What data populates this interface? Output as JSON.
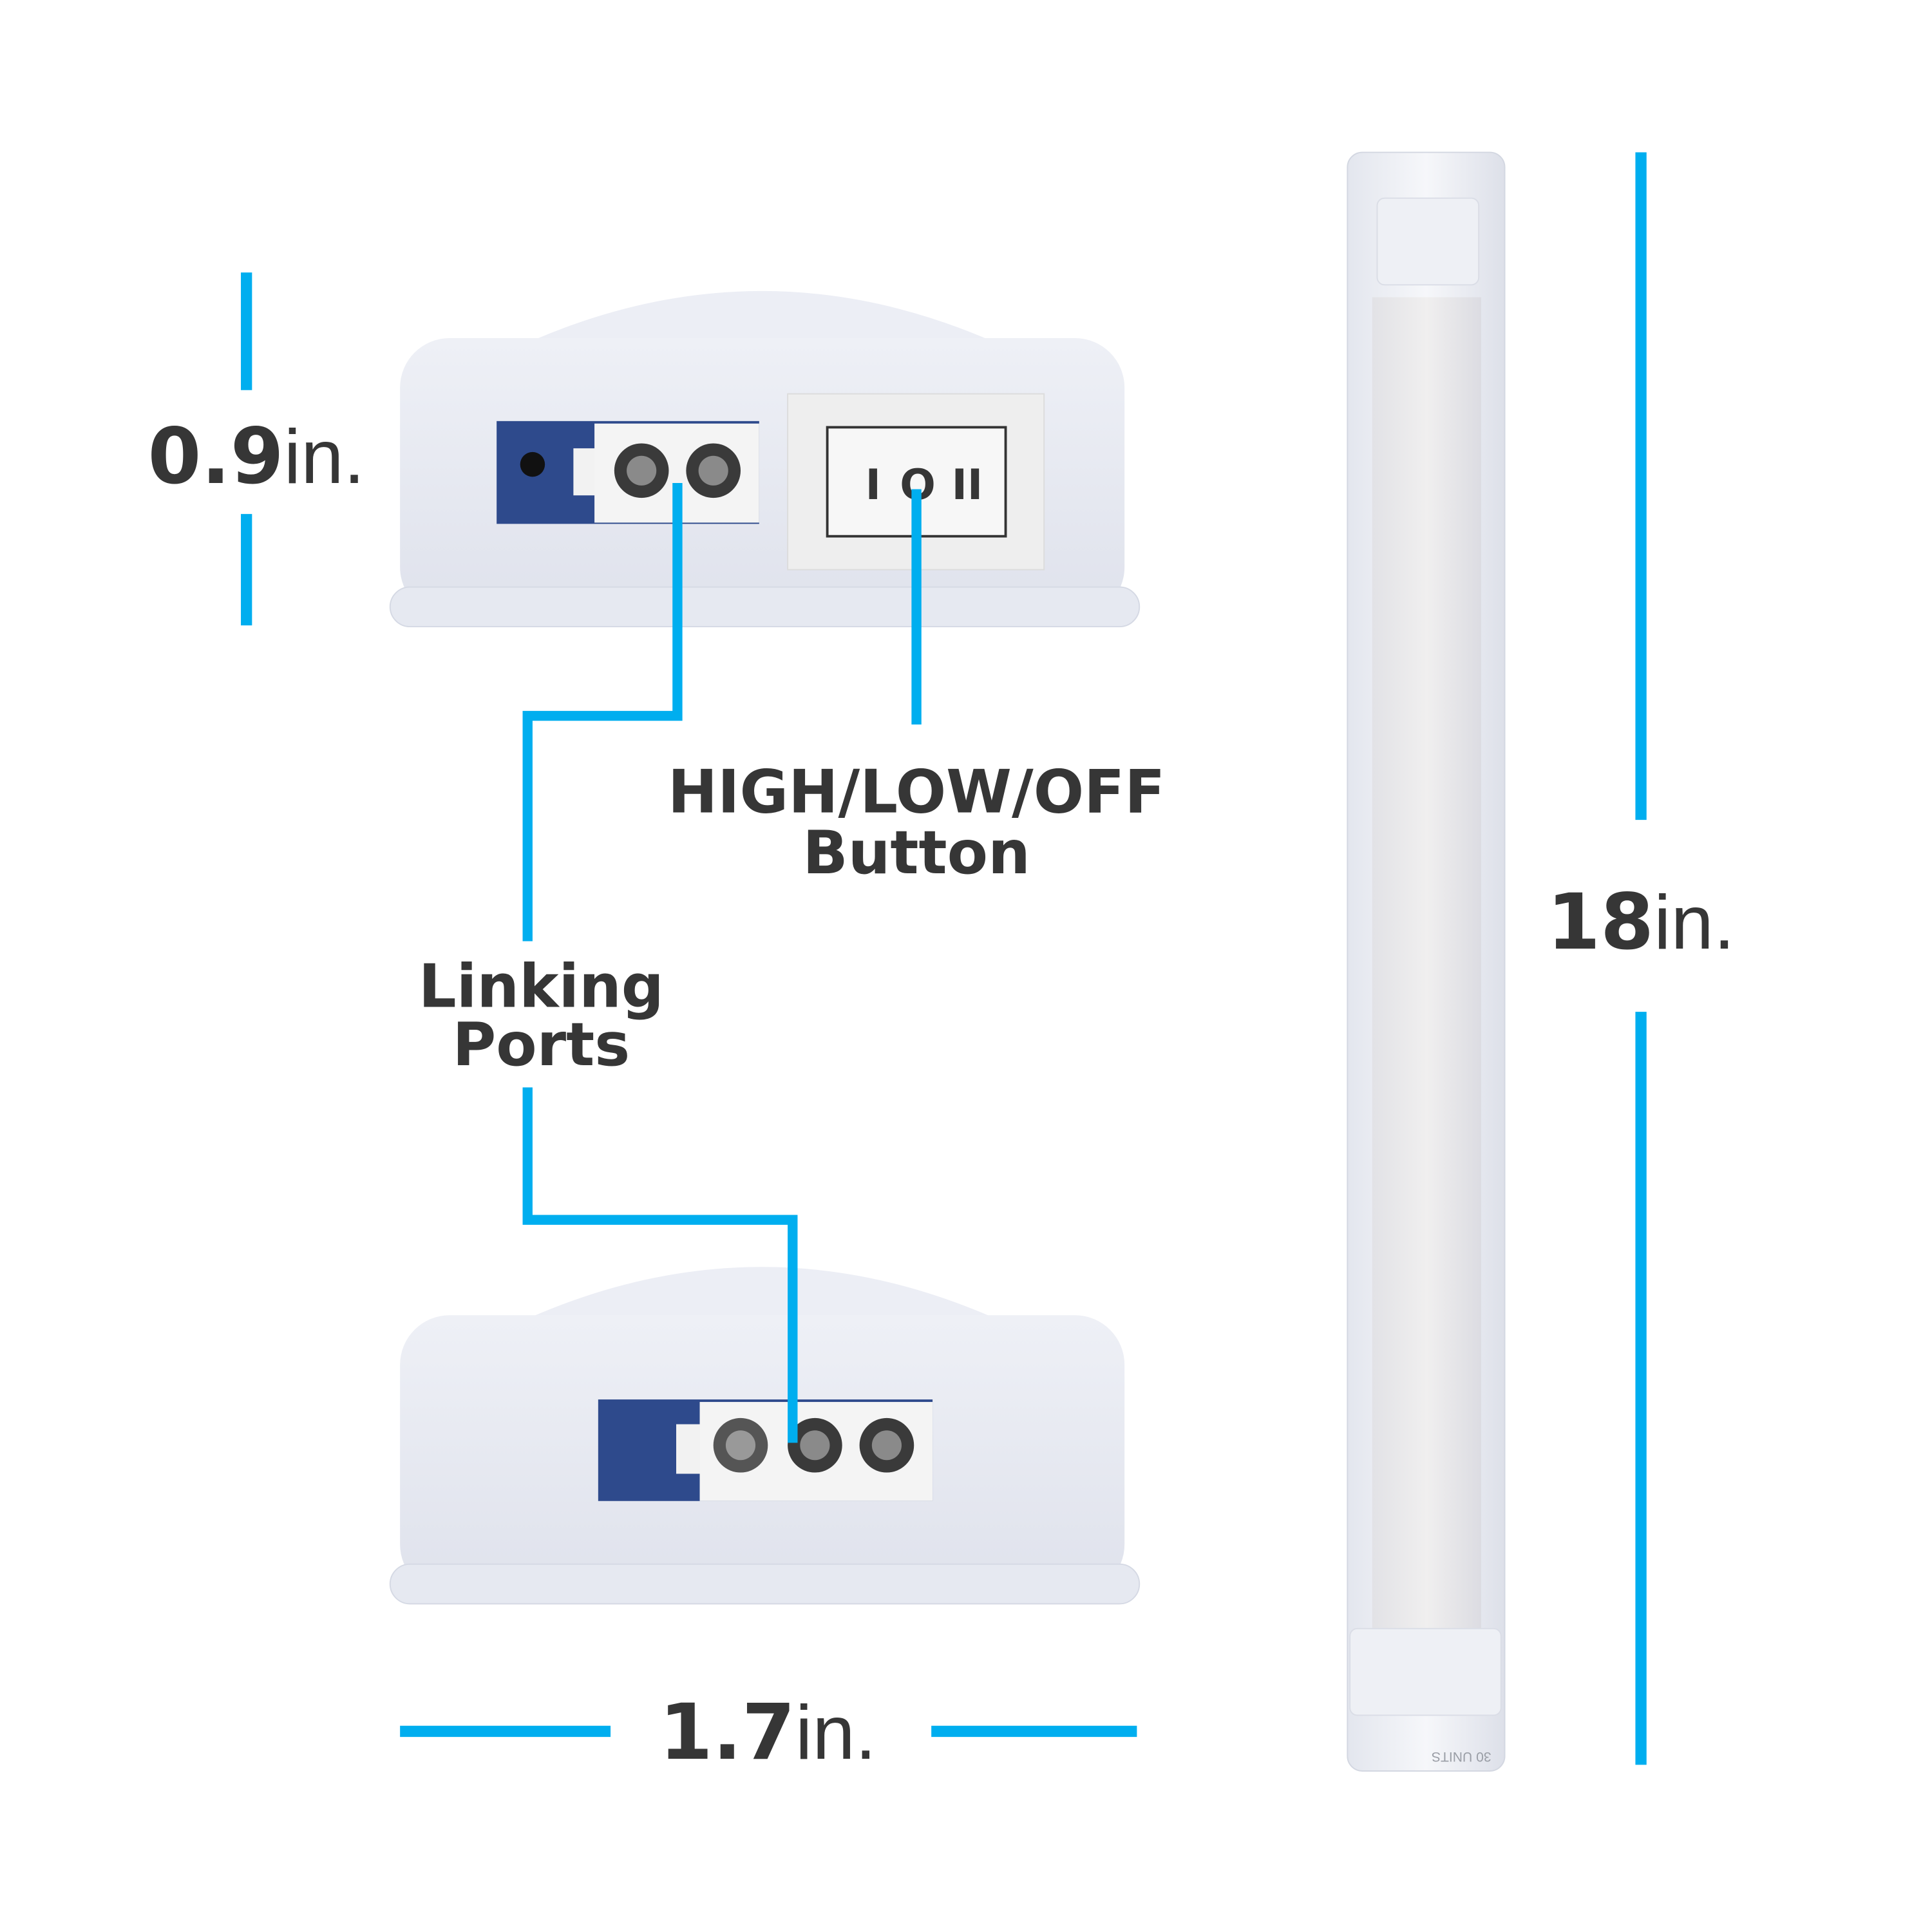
{
  "colors": {
    "accent": "#00aeef",
    "text": "#363636",
    "housing": "#e4e7f0",
    "port_blue": "#2e4a8c"
  },
  "dimensions": {
    "height": {
      "value": "0.9",
      "unit": "in."
    },
    "width": {
      "value": "1.7",
      "unit": "in."
    },
    "length": {
      "value": "18",
      "unit": "in."
    }
  },
  "callouts": {
    "switch": {
      "line1": "HIGH/LOW/OFF",
      "line2": "Button"
    },
    "ports": {
      "line1": "Linking",
      "line2": "Ports"
    }
  },
  "switch_symbols": [
    "I",
    "O",
    "II"
  ],
  "bar_marking": "30 UNITS"
}
